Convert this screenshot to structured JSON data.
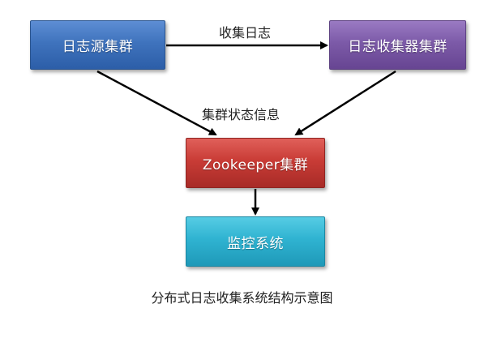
{
  "nodes": {
    "source": "日志源集群",
    "collector": "日志收集器集群",
    "zookeeper": "Zookeeper集群",
    "monitor": "监控系统"
  },
  "edges": {
    "collect_label": "收集日志",
    "status_label": "集群状态信息"
  },
  "caption": "分布式日志收集系统结构示意图",
  "colors": {
    "source": "#3f73bd",
    "collector": "#7c5aa8",
    "zookeeper": "#c93c36",
    "monitor": "#2fb3d1",
    "arrow": "#000000"
  }
}
